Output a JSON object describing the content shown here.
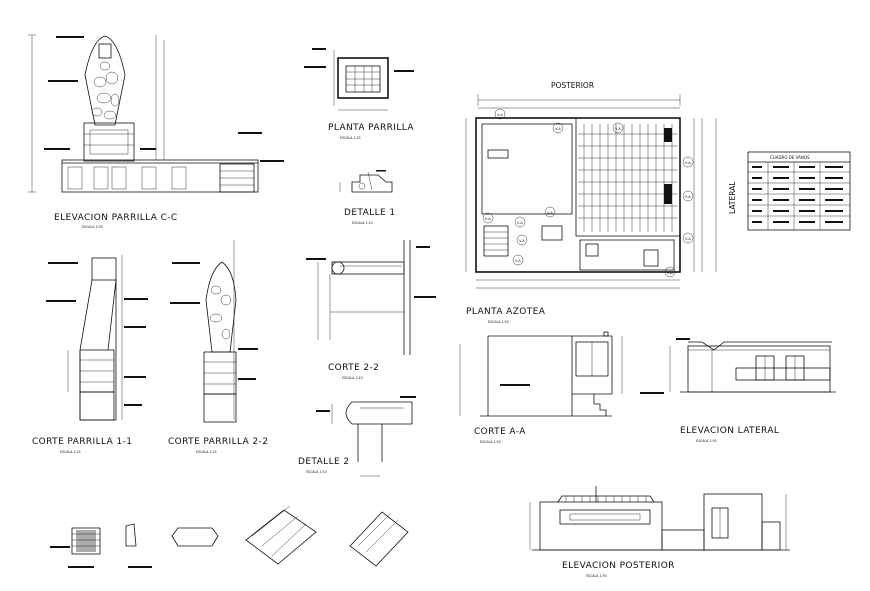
{
  "drawings": {
    "elevacion_parrilla": {
      "title": "ELEVACION PARRILLA C-C",
      "scale": "ESCALA 1:25"
    },
    "planta_parrilla": {
      "title": "PLANTA PARRILLA",
      "scale": "ESCALA 1:25"
    },
    "detalle_1": {
      "title": "DETALLE 1",
      "scale": "ESCALA 1:10"
    },
    "corte_parrilla_1": {
      "title": "CORTE PARRILLA 1-1",
      "scale": "ESCALA 1:25"
    },
    "corte_parrilla_2": {
      "title": "CORTE PARRILLA 2-2",
      "scale": "ESCALA 1:25"
    },
    "corte_2_2": {
      "title": "CORTE 2-2",
      "scale": "ESCALA 1:10"
    },
    "detalle_2": {
      "title": "DETALLE 2",
      "scale": "ESCALA 1:10"
    },
    "posterior_label": "POSTERIOR",
    "lateral_label": "LATERAL",
    "planta_azotea": {
      "title": "PLANTA AZOTEA",
      "scale": "ESCALA 1:50"
    },
    "corte_a_a": {
      "title": "CORTE A-A",
      "scale": "ESCALA 1:50"
    },
    "elevacion_lateral": {
      "title": "ELEVACION LATERAL",
      "scale": "ESCALA 1:50"
    },
    "elevacion_posterior": {
      "title": "ELEVACION POSTERIOR",
      "scale": "ESCALA 1:50"
    }
  },
  "cuadro_vanos": {
    "title": "CUADRO DE VANOS",
    "rows": 6,
    "cols": 4
  },
  "plan_markers": [
    "V-A",
    "V-A",
    "V-A",
    "V-A",
    "V-A",
    "V-A",
    "V-A",
    "V-A",
    "V-A",
    "V-A",
    "V-A",
    "V-A"
  ],
  "colors": {
    "ink": "#111111",
    "background": "#ffffff"
  }
}
